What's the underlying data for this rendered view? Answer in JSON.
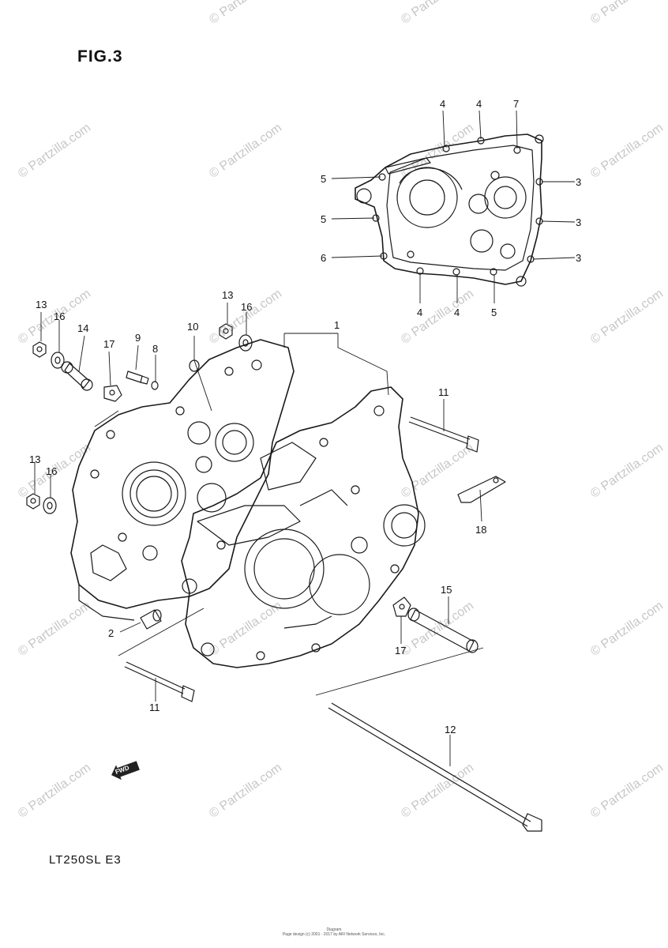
{
  "figure": {
    "title": "FIG.3",
    "model": "LT250SL  E3"
  },
  "footer": {
    "line1": "Diagram",
    "line2": "Page design (c) 2001 - 2017 by ARI Network Services, Inc."
  },
  "watermark": {
    "text": "© Partzilla.com"
  },
  "forward_icon": {
    "label": "FWD"
  },
  "callouts": {
    "c1": "1",
    "c2": "2",
    "c3a": "3",
    "c3b": "3",
    "c3c": "3",
    "c4a": "4",
    "c4b": "4",
    "c4c": "4",
    "c4d": "4",
    "c5a": "5",
    "c5b": "5",
    "c5c": "5",
    "c6": "6",
    "c7": "7",
    "c8": "8",
    "c9": "9",
    "c10": "10",
    "c11a": "11",
    "c11b": "11",
    "c12": "12",
    "c13a": "13",
    "c13b": "13",
    "c13c": "13",
    "c14": "14",
    "c15": "15",
    "c16a": "16",
    "c16b": "16",
    "c16c": "16",
    "c17a": "17",
    "c17b": "17",
    "c18": "18"
  }
}
